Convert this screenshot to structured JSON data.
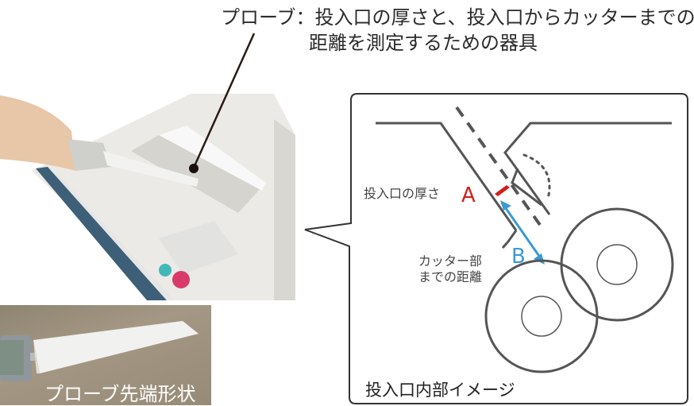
{
  "caption": {
    "line1": "プローブ：投入口の厚さと、投入口からカッターまでの",
    "line2": "距離を測定するための器具"
  },
  "photo_main": {
    "description": "Hand inserting probe into shredder slot"
  },
  "photo_probe": {
    "label": "プローブ先端形状"
  },
  "diagram": {
    "title": "投入口内部イメージ",
    "label_a_text": "投入口の厚さ",
    "label_a_letter": "A",
    "label_b_letter": "B",
    "label_b_text_line1": "カッター部",
    "label_b_text_line2": "までの距離",
    "colors": {
      "a": "#d0201a",
      "b": "#3a9ad4",
      "line": "#555555"
    }
  }
}
